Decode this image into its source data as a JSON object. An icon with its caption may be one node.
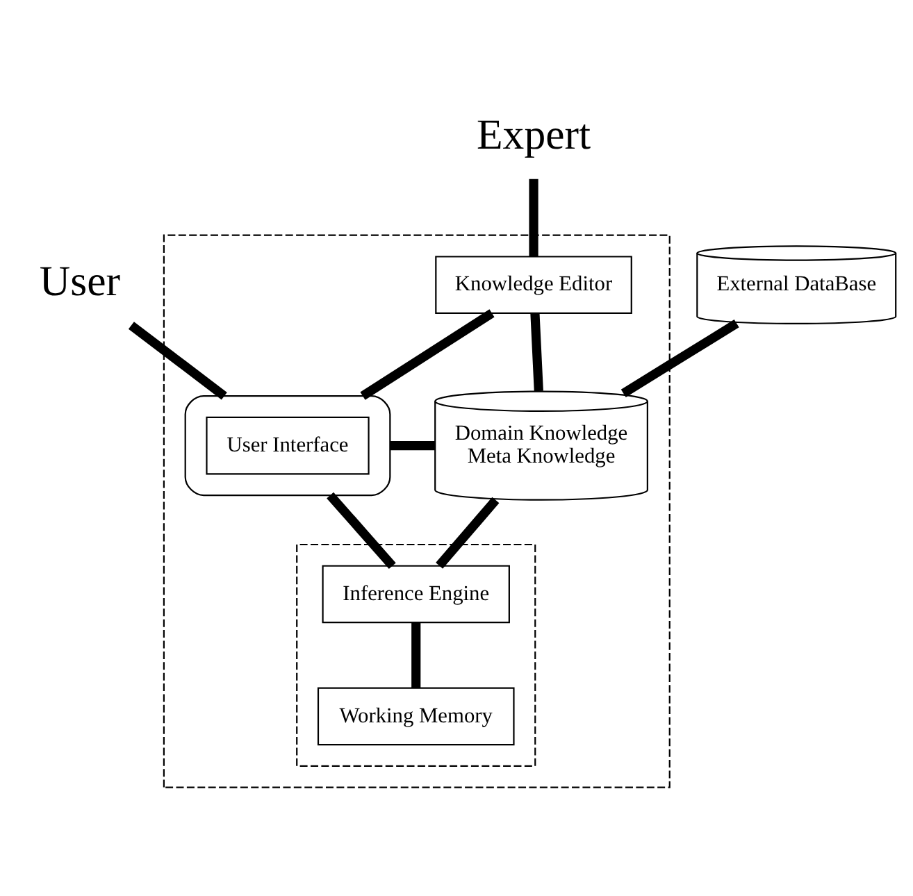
{
  "diagram": {
    "nodes": [
      {
        "text": [],
        "shape": "box"
      },
      {
        "text": [
          "User"
        ]
      },
      {
        "text": [
          "Expert"
        ]
      },
      {
        "text": [
          "Knowledge Editor"
        ],
        "in": 0
      },
      {
        "text": [],
        "shape": "box",
        "in": 0
      },
      {
        "text": [
          "User Interface"
        ],
        "in": 4
      },
      {
        "text": [
          "External DataBase"
        ]
      },
      {
        "text": [
          "Domain Knowledge",
          "Meta Knowledge"
        ],
        "in": 0
      },
      {
        "text": [],
        "shape": "box",
        "in": 0
      },
      {
        "text": [
          "Inference Engine"
        ],
        "in": 8
      },
      {
        "text": [
          "Working Memory"
        ],
        "in": 8
      }
    ],
    "edges": [
      {
        "from": 1,
        "to": 4,
        "arrow": "none"
      },
      {
        "from": 2,
        "to": 3,
        "arrow": "none"
      },
      {
        "from": 3,
        "to": 4,
        "arrow": "none"
      },
      {
        "from": 3,
        "to": 7,
        "arrow": "none"
      },
      {
        "from": 7,
        "to": 4,
        "arrow": "none"
      },
      {
        "from": 6,
        "to": 7,
        "arrow": "none"
      },
      {
        "from": 7,
        "to": 9,
        "arrow": "none"
      },
      {
        "from": 4,
        "to": 9,
        "arrow": "none"
      },
      {
        "from": 9,
        "to": 10,
        "arrow": "none"
      }
    ]
  }
}
